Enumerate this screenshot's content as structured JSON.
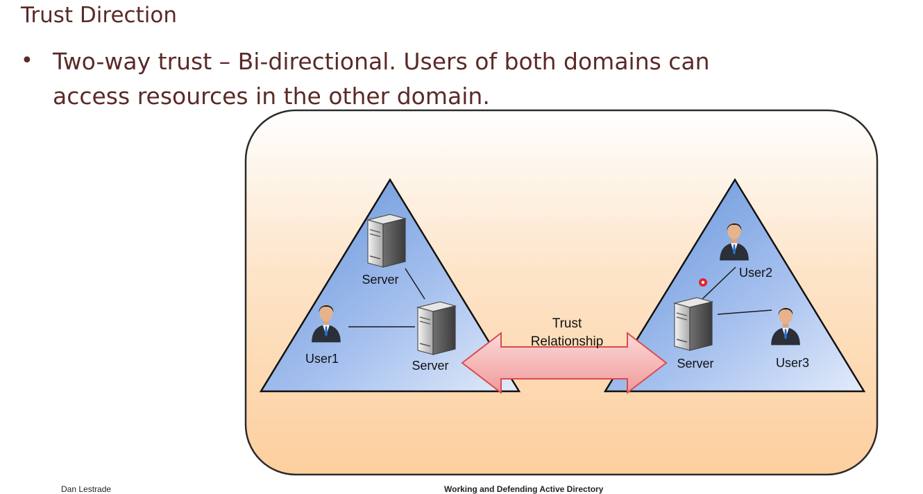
{
  "slide": {
    "title": "Trust Direction",
    "bullet": "Two-way trust – Bi-directional. Users of both domains can access resources in the other domain."
  },
  "diagram": {
    "left_domain": {
      "server_top_label": "Server",
      "server_bottom_label": "Server",
      "user_label": "User1"
    },
    "trust": {
      "line1": "Trust",
      "line2": "Relationship"
    },
    "right_domain": {
      "server_label": "Server",
      "user2_label": "User2",
      "user3_label": "User3"
    },
    "colors": {
      "triangle_fill": "#7ea4e2",
      "arrow_fill": "#f6b4b4",
      "arrow_stroke": "#d94b4b",
      "background_top": "#ffffff",
      "background_bottom": "#fdcf9e",
      "cursor_marker": "#e0232e"
    }
  },
  "footer": {
    "left": "Dan Lestrade",
    "right": "Working and Defending Active Directory"
  }
}
